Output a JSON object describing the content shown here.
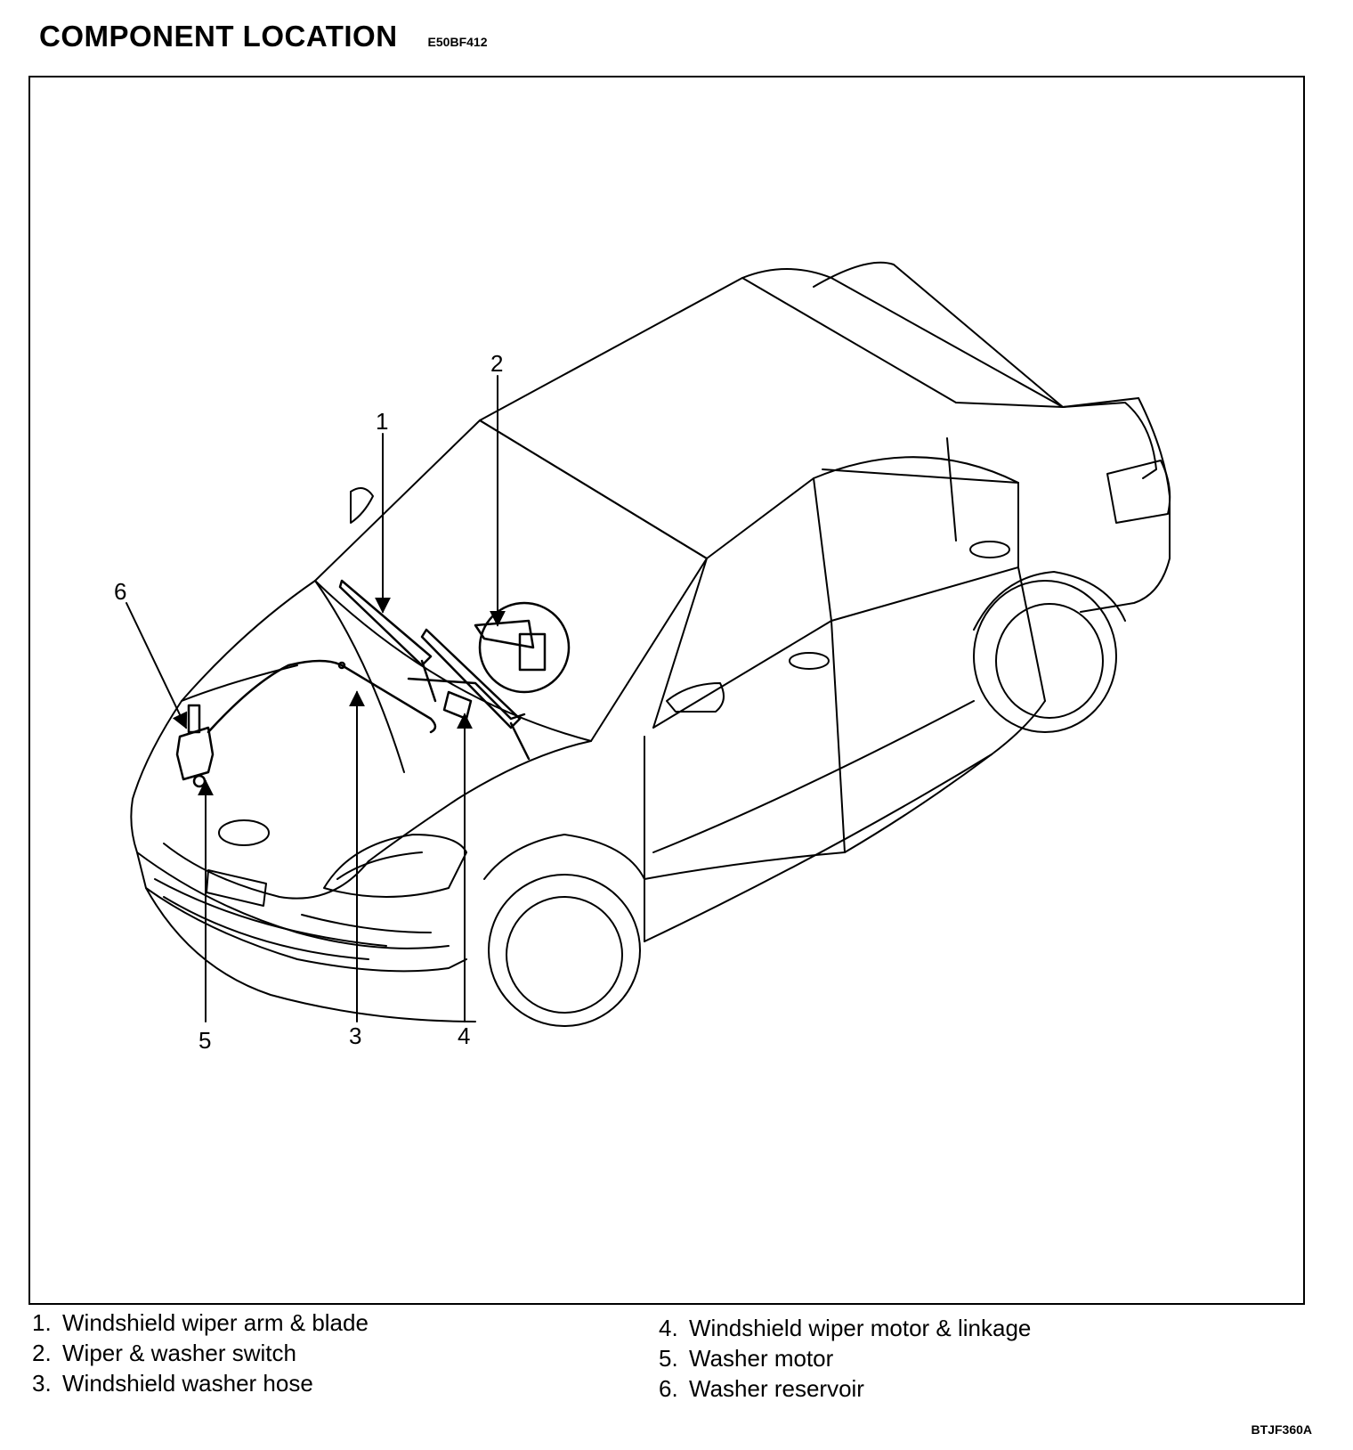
{
  "header": {
    "title": "COMPONENT LOCATION",
    "code": "E50BF412"
  },
  "callouts": [
    {
      "num": "1",
      "label": "Windshield wiper arm & blade"
    },
    {
      "num": "2",
      "label": "Wiper & washer switch"
    },
    {
      "num": "3",
      "label": "Windshield washer hose"
    },
    {
      "num": "4",
      "label": "Windshield wiper motor & linkage"
    },
    {
      "num": "5",
      "label": "Washer motor"
    },
    {
      "num": "6",
      "label": "Washer reservoir"
    }
  ],
  "legend_left": [
    {
      "num": "1.",
      "label": "Windshield wiper arm & blade"
    },
    {
      "num": "2.",
      "label": "Wiper & washer switch"
    },
    {
      "num": "3.",
      "label": "Windshield washer hose"
    }
  ],
  "legend_right": [
    {
      "num": "4.",
      "label": "Windshield wiper motor & linkage"
    },
    {
      "num": "5.",
      "label": "Washer motor"
    },
    {
      "num": "6.",
      "label": "Washer reservoir"
    }
  ],
  "figure_code": "BTJF360A"
}
